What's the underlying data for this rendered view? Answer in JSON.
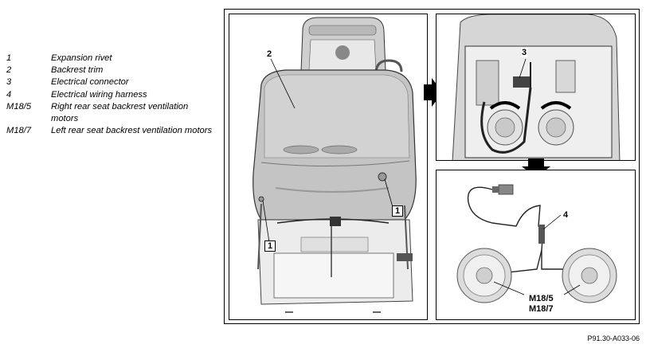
{
  "legend": [
    {
      "key": "1",
      "text": "Expansion rivet"
    },
    {
      "key": "2",
      "text": "Backrest trim"
    },
    {
      "key": "3",
      "text": "Electrical connector"
    },
    {
      "key": "4",
      "text": "Electrical wiring harness"
    },
    {
      "key": "M18/5",
      "text": "Right rear seat backrest ventilation motors"
    },
    {
      "key": "M18/7",
      "text": "Left rear seat backrest ventilation motors"
    }
  ],
  "callouts": {
    "main_trim": "2",
    "main_rivet_right": "1",
    "main_rivet_left": "1",
    "top_connector": "3",
    "bottom_harness": "4",
    "bottom_motor_right": "M18/5",
    "bottom_motor_left": "M18/7"
  },
  "figure_code": "P91.30-A033-06"
}
